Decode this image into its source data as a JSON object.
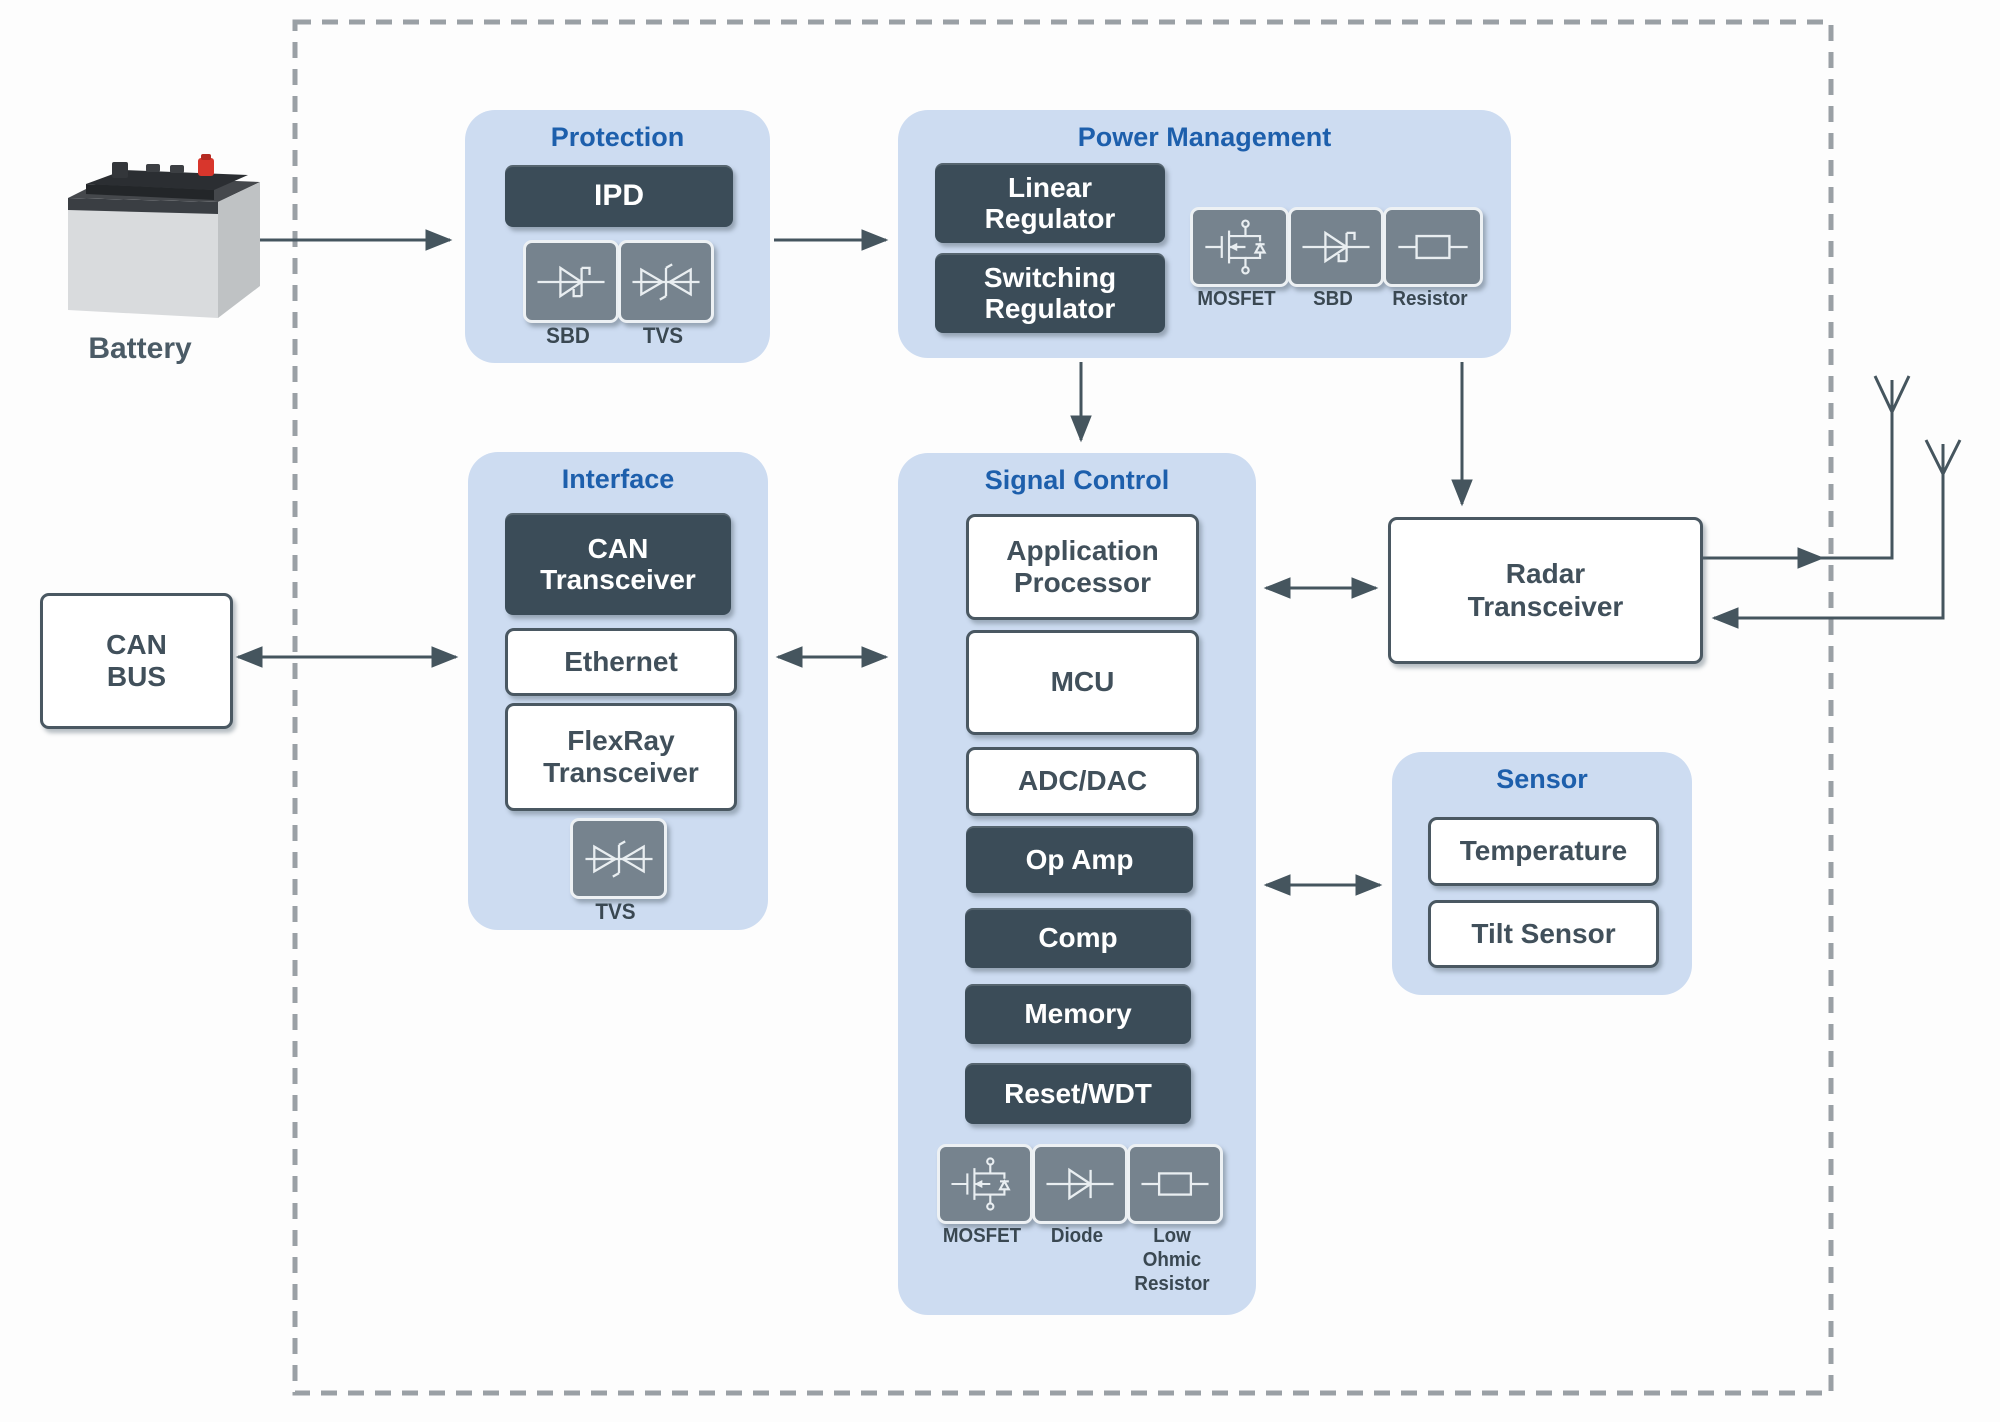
{
  "colors": {
    "accent_blue": "#1d5fac",
    "dark_slate_box": "#3b4c58",
    "light_panel_blue": "#cddcf1",
    "tile_gray": "#76838e",
    "arrow": "#45555e",
    "dashed_border": "#9aa0a5",
    "white_box_text": "#41505b",
    "battery_red_terminal": "#d8362c"
  },
  "battery": {
    "label": "Battery"
  },
  "can_bus": {
    "label": "CAN\nBUS"
  },
  "radar_transceiver": {
    "label": "Radar\nTransceiver"
  },
  "protection": {
    "title": "Protection",
    "ipd": "IPD",
    "tiles": [
      {
        "icon": "sbd-diode-icon",
        "label": "SBD"
      },
      {
        "icon": "tvs-diode-icon",
        "label": "TVS"
      }
    ]
  },
  "power_management": {
    "title": "Power Management",
    "linear": "Linear\nRegulator",
    "switching": "Switching\nRegulator",
    "tiles": [
      {
        "icon": "mosfet-icon",
        "label": "MOSFET"
      },
      {
        "icon": "sbd-diode-icon",
        "label": "SBD"
      },
      {
        "icon": "resistor-icon",
        "label": "Resistor"
      }
    ]
  },
  "interface": {
    "title": "Interface",
    "can_transceiver": "CAN\nTransceiver",
    "ethernet": "Ethernet",
    "flexray": "FlexRay\nTransceiver",
    "tiles": [
      {
        "icon": "tvs-diode-icon",
        "label": "TVS"
      }
    ]
  },
  "signal_control": {
    "title": "Signal Control",
    "white_boxes": [
      "Application\nProcessor",
      "MCU",
      "ADC/DAC"
    ],
    "dark_boxes": [
      "Op Amp",
      "Comp",
      "Memory",
      "Reset/WDT"
    ],
    "tiles": [
      {
        "icon": "mosfet-icon",
        "label": "MOSFET"
      },
      {
        "icon": "diode-icon",
        "label": "Diode"
      },
      {
        "icon": "resistor-icon",
        "label": "Low\nOhmic\nResistor"
      }
    ]
  },
  "sensor": {
    "title": "Sensor",
    "boxes": [
      "Temperature",
      "Tilt Sensor"
    ]
  }
}
